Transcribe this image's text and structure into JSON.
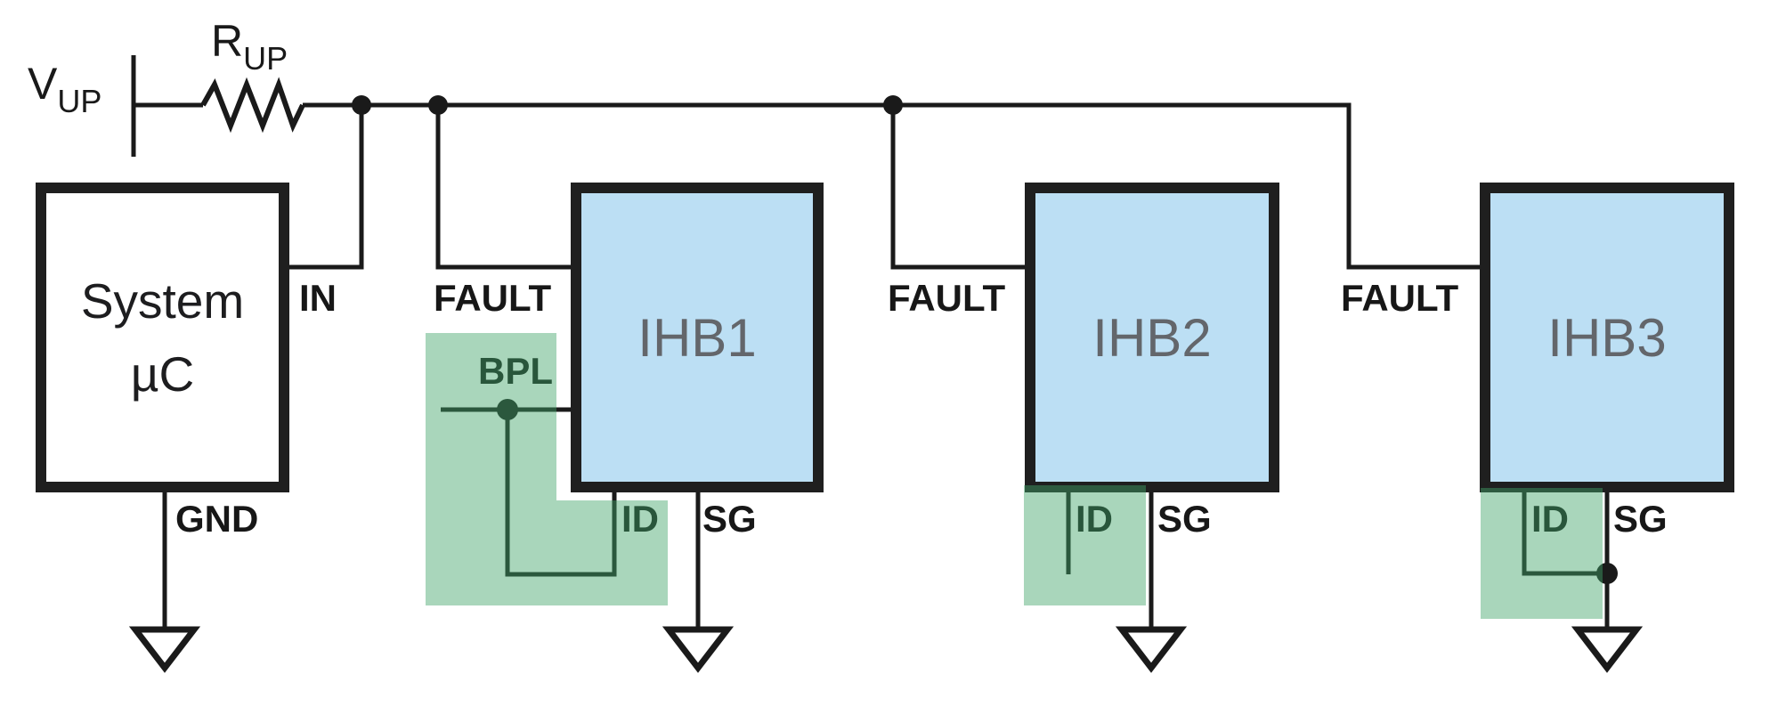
{
  "diagram_type": "circuit-schematic",
  "power": {
    "source_main": "V",
    "source_sub": "UP",
    "resistor_main": "R",
    "resistor_sub": "UP"
  },
  "system_mcu": {
    "name_line1": "System",
    "name_line2": "µC",
    "pin_in": "IN",
    "pin_gnd": "GND"
  },
  "devices": [
    {
      "name": "IHB1",
      "pin_fault": "FAULT",
      "pin_bpl": "BPL",
      "pin_id": "ID",
      "pin_sg": "SG"
    },
    {
      "name": "IHB2",
      "pin_fault": "FAULT",
      "pin_id": "ID",
      "pin_sg": "SG"
    },
    {
      "name": "IHB3",
      "pin_fault": "FAULT",
      "pin_id": "ID",
      "pin_sg": "SG"
    }
  ],
  "colors": {
    "box_fill_blue": "#bcdff4",
    "box_border": "#1f1f1f",
    "wire_black": "#1a1a1a",
    "highlight_green_overlay": "#40a969",
    "highlight_green_on_white": "#a9d7bc",
    "tinted_wire_dark_green": "#1d4a33",
    "device_name_gray": "#63666b"
  }
}
